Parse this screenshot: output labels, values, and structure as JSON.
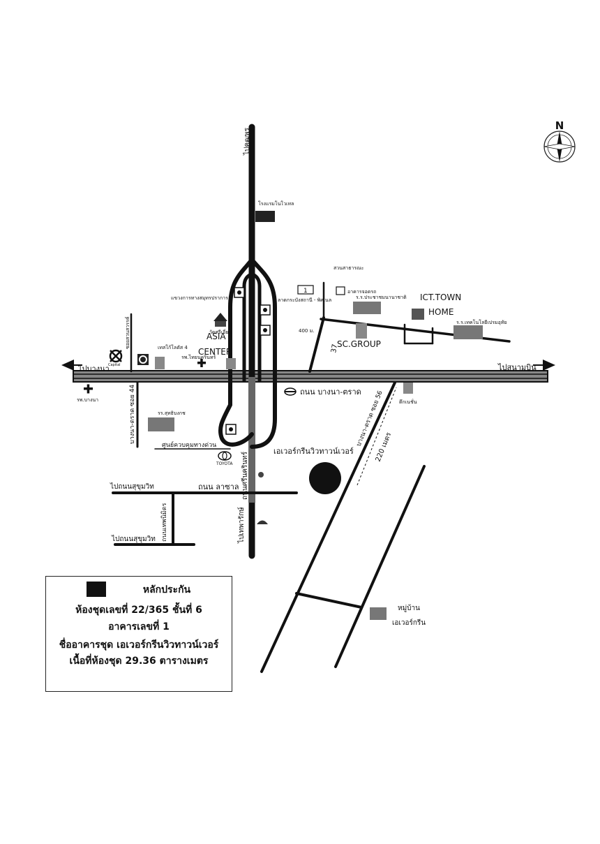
{
  "map": {
    "compass_label": "N",
    "labels": {
      "to_bang_na": "ไปบางนา",
      "to_airport": "ไปสนามบิน",
      "to_pak_kret": "ไปคุฒพร",
      "to_thepharak": "ไปเทพารักษ์",
      "to_sukhumvit_1": "ไปถนนสุขุมวิท",
      "to_sukhumvit_2": "ไปถนนสุขุมวิท",
      "novotel": "โรงแรมโนโวเทล",
      "park": "สวนสาธารณะ",
      "exit_1": "1",
      "building_label": "อาคารจอดรถ",
      "expressway_office": "แขวงการทางสมุทรปราการ",
      "lat_krabang_station": "ลาดกระบังสถานี - พิศเนล",
      "prachachomnanna": "ร.ร.ประชาชมนานาชาติ",
      "ict_town": "ICT.TOWN",
      "home": "HOME",
      "technology_school": "ร.ร.เทคโนโลยีเปรมอุทัย",
      "distance_400": "400 ม.",
      "soi_37": "37",
      "sc_group": "SC.GROUP",
      "wat": "วัดศรีเอี่ยม",
      "asia": "ASIA",
      "center": "CENTER",
      "tesco": "เทสโก้โลตัส 4",
      "hospital_1": "รพ.ไทยนครินทร์",
      "soi_srisamut": "ซอยสวนสวรรค์",
      "caprinco": "Capital",
      "hospital_bangna": "รพ.บางนา",
      "bangna_trad_road": "ถนน บางนา-ตราด",
      "tuk": "ตึกเนชั่น",
      "soi_44": "บางนา-ตราด ซอย 44",
      "school_2": "รร.สุทธิบงกช",
      "highway_control": "ศูนย์ควบคุมทางด่วน",
      "toyota": "TOYOTA",
      "ever_green_vivatower": "เอเวอร์กรีนวิวทาวน์เวอร์",
      "soi_56": "บางนา-ตราด ซอย 56",
      "distance_220": "220 เมตร",
      "lasalle_road": "ถนน ลาซาล",
      "srinakarin_road": "ถนนศรีนครินทร์",
      "thepnimit_road": "ถนนเทพนิมิตร",
      "village": "หมู่บ้าน",
      "village_name": "เอเวอร์กรีน"
    }
  },
  "legend": {
    "collateral": "หลักประกัน",
    "unit": "ห้องชุดเลขที่ 22/365  ชั้นที่ 6",
    "building": "อาคารเลขที่ 1",
    "condo_name": "ชื่ออาคารชุด เอเวอร์กรีนวิวทาวน์เวอร์",
    "area": "เนื้อที่ห้องชุด 29.36 ตารางเมตร"
  }
}
